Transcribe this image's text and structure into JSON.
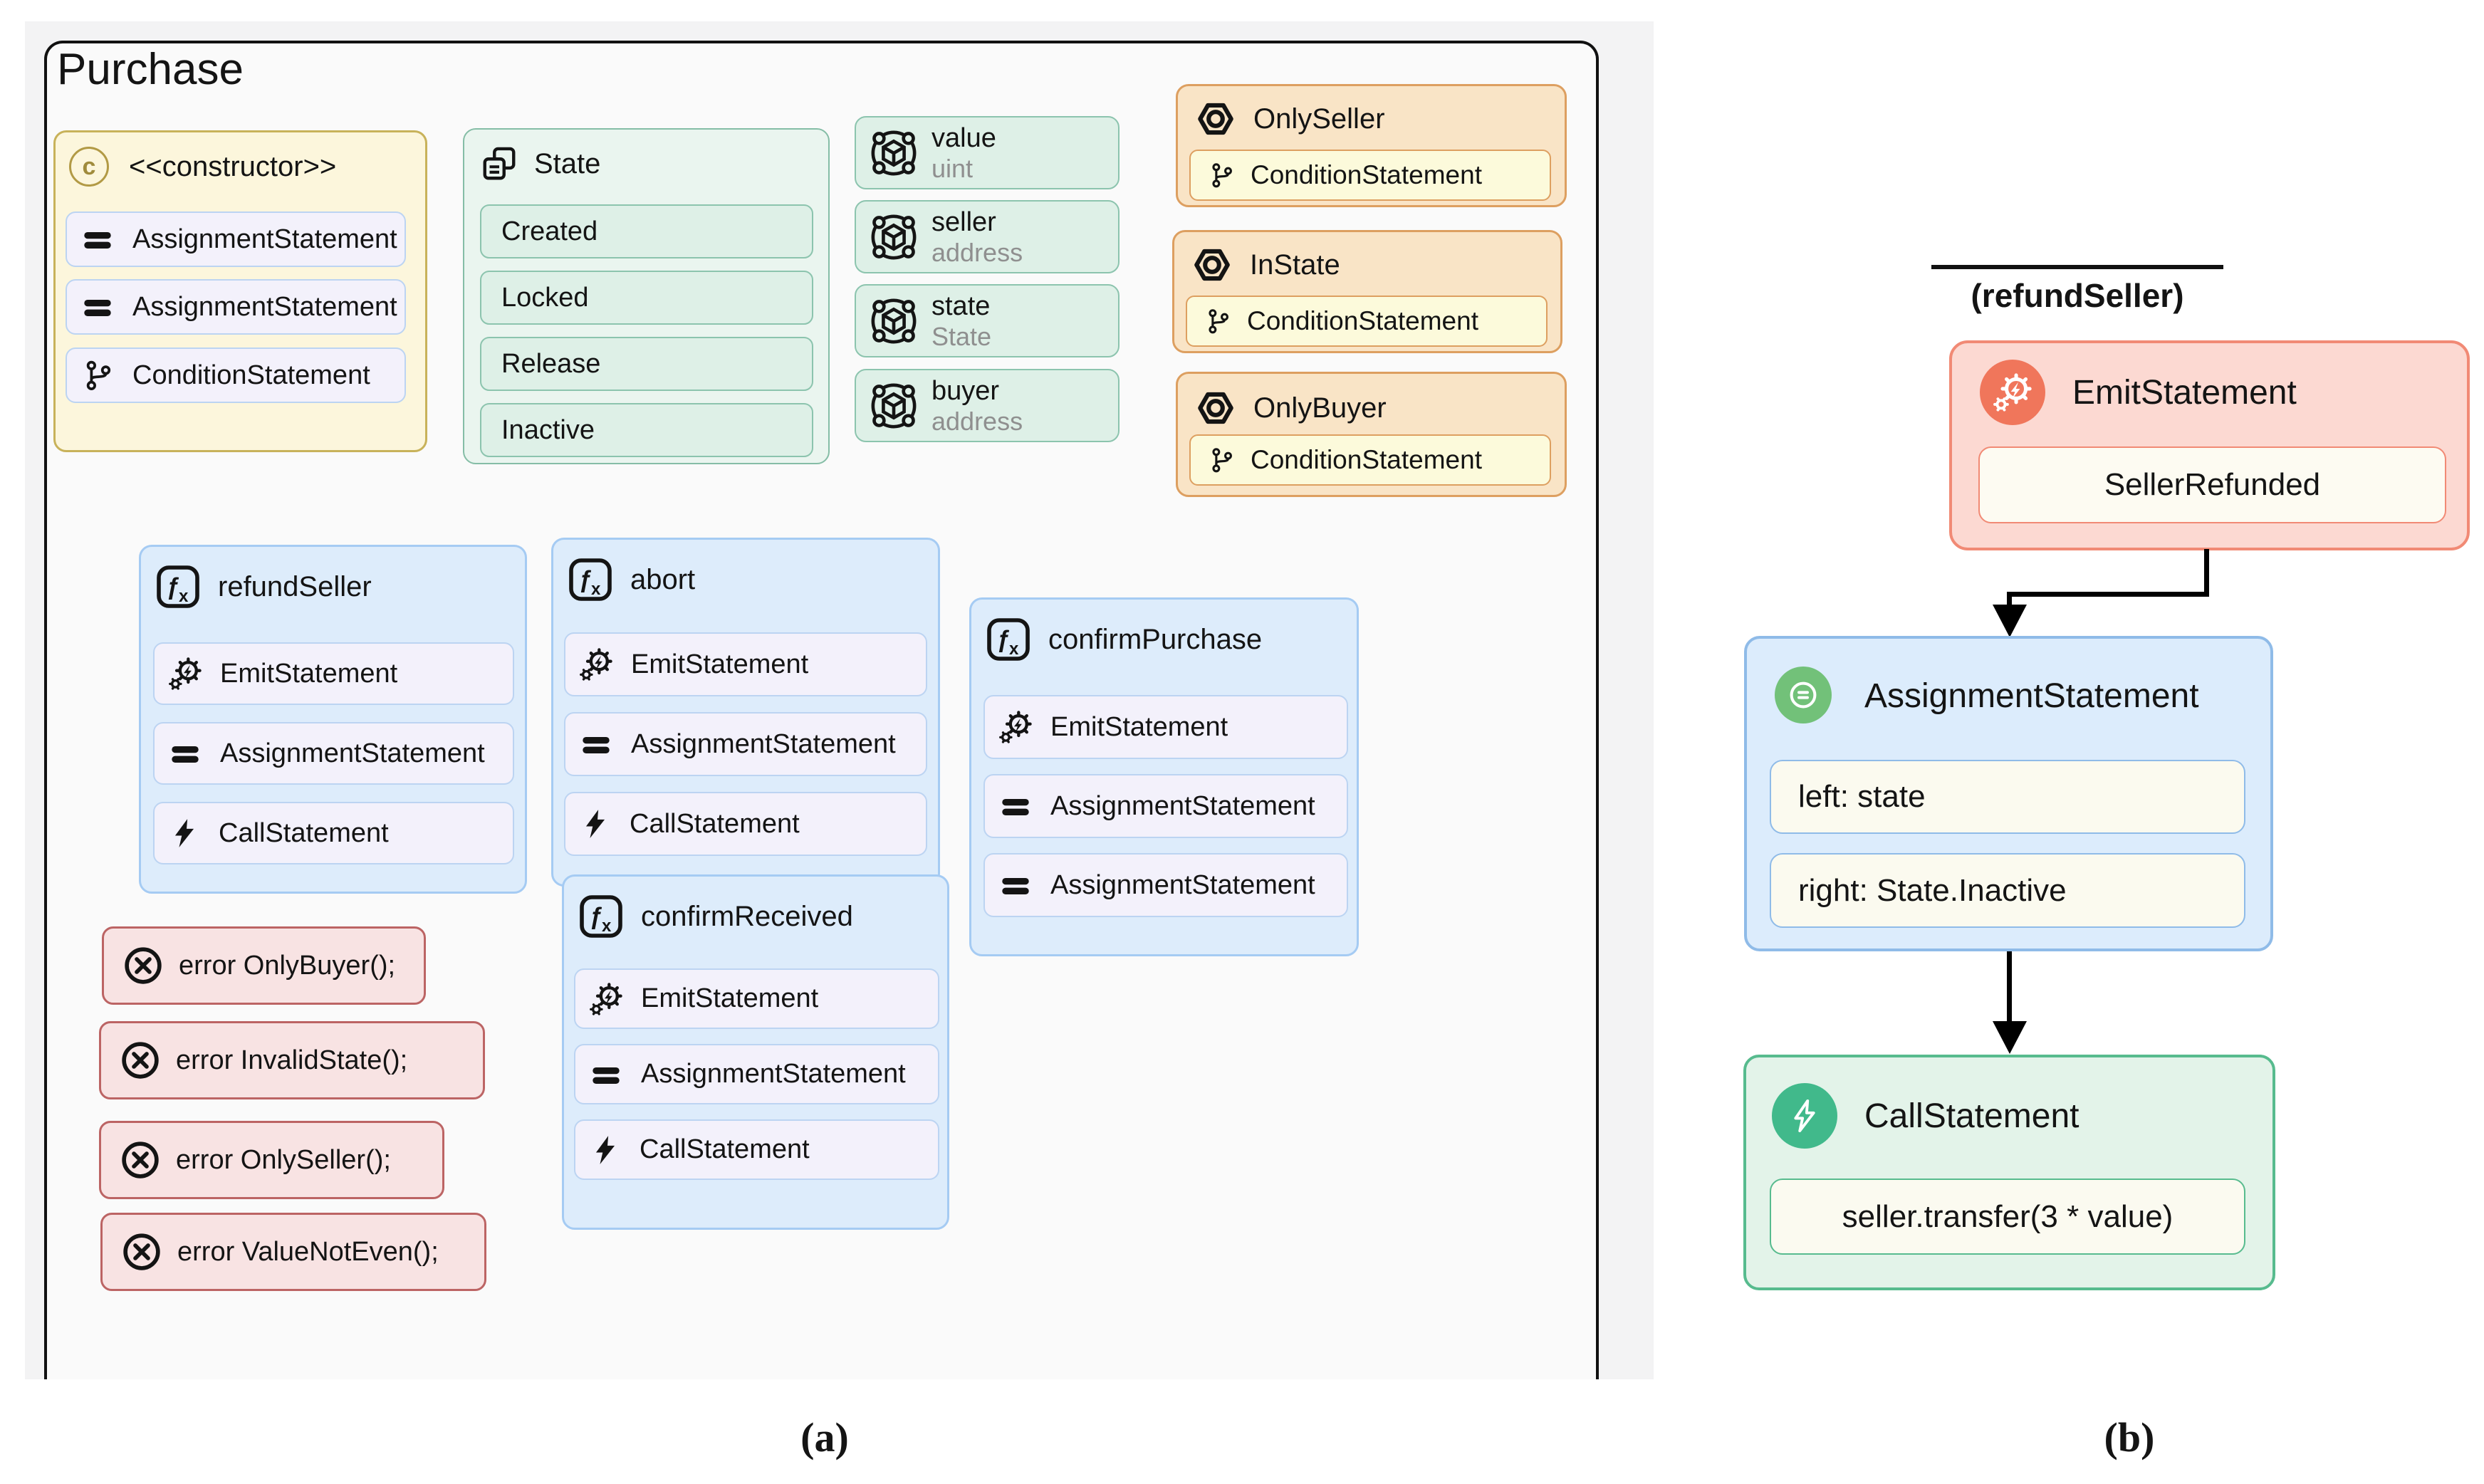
{
  "figure": {
    "caption_a": "(a)",
    "caption_b": "(b)"
  },
  "panel_a": {
    "title": "Purchase",
    "constructor_block": {
      "stereotype": "<<constructor>>",
      "icon_letter": "c",
      "statements": [
        "AssignmentStatement",
        "AssignmentStatement",
        "ConditionStatement"
      ]
    },
    "state_enum": {
      "name": "State",
      "values": [
        "Created",
        "Locked",
        "Release",
        "Inactive"
      ]
    },
    "variables": [
      {
        "name": "value",
        "type": "uint"
      },
      {
        "name": "seller",
        "type": "address"
      },
      {
        "name": "state",
        "type": "State"
      },
      {
        "name": "buyer",
        "type": "address"
      }
    ],
    "modifiers": [
      {
        "name": "OnlySeller",
        "statement": "ConditionStatement"
      },
      {
        "name": "InState",
        "statement": "ConditionStatement"
      },
      {
        "name": "OnlyBuyer",
        "statement": "ConditionStatement"
      }
    ],
    "functions": [
      {
        "name": "refundSeller",
        "statements": [
          "EmitStatement",
          "AssignmentStatement",
          "CallStatement"
        ]
      },
      {
        "name": "abort",
        "statements": [
          "EmitStatement",
          "AssignmentStatement",
          "CallStatement"
        ]
      },
      {
        "name": "confirmPurchase",
        "statements": [
          "EmitStatement",
          "AssignmentStatement",
          "AssignmentStatement"
        ]
      },
      {
        "name": "confirmReceived",
        "statements": [
          "EmitStatement",
          "AssignmentStatement",
          "CallStatement"
        ]
      }
    ],
    "errors": [
      "error OnlyBuyer();",
      "error InvalidState();",
      "error OnlySeller();",
      "error ValueNotEven();"
    ]
  },
  "panel_b": {
    "function_label": "(refundSeller)",
    "flow": [
      {
        "type": "EmitStatement",
        "args": [
          "SellerRefunded"
        ]
      },
      {
        "type": "AssignmentStatement",
        "args": [
          "left: state",
          "right: State.Inactive"
        ]
      },
      {
        "type": "CallStatement",
        "args": [
          "seller.transfer(3 * value)"
        ]
      }
    ]
  },
  "icons": {
    "constructor": "circled-c",
    "enum": "copy-pages",
    "variable": "deployed-cube",
    "modifier": "hexagon-ring",
    "function": "fx-badge",
    "assignment_statement": "double-bars",
    "condition_statement": "git-branch",
    "emit_statement": "gear-lightning",
    "call_statement": "lightning-bolt",
    "error": "circle-x"
  },
  "colors": {
    "background_grey": "#f3f3f4",
    "contract_border": "#111111",
    "constructor_fill": "#fcf6dc",
    "constructor_border": "#c8b25a",
    "statement_chip_fill": "#f3f1fb",
    "statement_chip_border": "#bcd4f2",
    "enum_fill": "#eaf5ef",
    "enum_item_fill": "#def0e7",
    "enum_border": "#8cc4ae",
    "modifier_fill": "#f9e4c6",
    "modifier_border": "#dd9f60",
    "condition_chip_fill": "#fcfadb",
    "function_fill": "#ddecfb",
    "function_border": "#a5cbf3",
    "error_fill": "#f8e3e3",
    "error_border": "#bc6464",
    "emit_fill": "#fcd9d2",
    "emit_border": "#f18a75",
    "emit_icon_circle": "#f0765b",
    "assign_icon_circle": "#72c179",
    "call_fill": "#e3f3e9",
    "call_border": "#57bb8e",
    "call_icon_circle": "#41b98b",
    "detail_fill": "#fbfaef",
    "arrow": "#000000"
  }
}
